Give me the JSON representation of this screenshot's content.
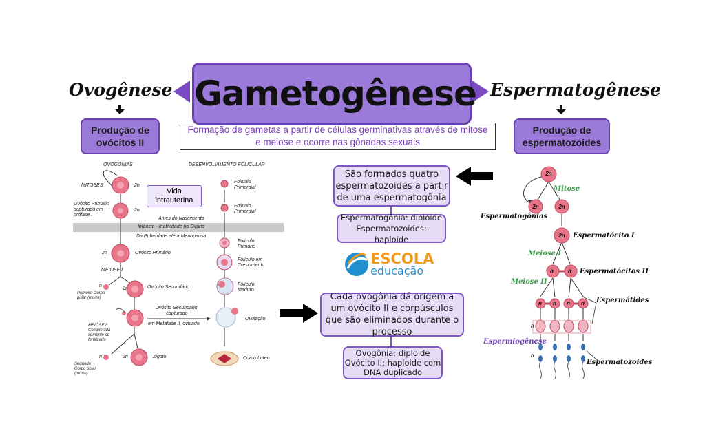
{
  "title": "Gametogênese",
  "left_heading": "Ovogênese",
  "right_heading": "Espermatogênese",
  "definition": "Formação de gametas a partir de células germinativas através de mitose e meiose e ocorre nas gônadas sexuais",
  "ovo_box": "Produção de ovócitos II",
  "sperm_box": "Produção de espermatozoides",
  "sperm_summary": "São formados quatro espermatozoides a partir de uma espermatogônia",
  "sperm_ploidy_1": "Espermatogônia: diploide",
  "sperm_ploidy_2": "Espermatozoides: haploide",
  "ovo_summary": "Cada ovogônia dá origem a um ovócito II e corpúsculos que são eliminados durante o processo",
  "ovo_ploidy_1": "Ovogônia: diploide",
  "ovo_ploidy_2": "Ovócito II: haploide com DNA duplicado",
  "logo": {
    "word1": "ESCOLA",
    "word2": "educação"
  },
  "ovo_diagram": {
    "col1": "OVOGONIAS",
    "col2": "DESENVOLVIMENTO FOLICULAR",
    "vida": "Vida intrauterina",
    "mitoses": "MITOSES",
    "primario_capturado": "Ovócito Primário capturado em prófase I",
    "antes": "Antes do Nascimento",
    "infancia": "Infância - Inatividade no Ovário",
    "puberdade": "Da Puberdade até a Menopausa",
    "ovocito_primario": "Ovócito Primário",
    "meiose1": "MEIOSE I",
    "ovocito_secundario": "Ovócito Secundário",
    "primeiro_corpo": "Primeiro Corpo polar (morre)",
    "sec_capturado_1": "Ovócito Secundário, capturado",
    "sec_capturado_2": "em Metáfase II, ovulado",
    "meiose2": "MEIOSE II Completada somente se fertilizado",
    "zigoto": "Zigoto",
    "segundo_corpo": "Segundo Corpo polar (morre)",
    "n2": "2n",
    "n": "n",
    "fol1": "Folículo Primordial",
    "fol2": "Folículo Primordial",
    "fol3": "Folículo Primário",
    "fol4": "Folículo em Crescimento",
    "fol5": "Folículo Maduro",
    "ovulacao": "Ovulação",
    "corpo_luteo": "Corpo Lúteo"
  },
  "sperm_diagram": {
    "mitose": "Mitose",
    "espermatogonias": "Espermatogônias",
    "espermatocito1": "Espermatócito I",
    "meiose1": "Meiose I",
    "espermatocitos2": "Espermatócitos II",
    "meiose2": "Meiose II",
    "espermatides": "Espermátides",
    "espermiogenese": "Espermiogênese",
    "espermatozoides": "Espermatozoides",
    "n2": "2n",
    "n": "n"
  },
  "colors": {
    "primary_box": "#9b7ad9",
    "light_box": "#e6dcf6",
    "border": "#6b3fb5",
    "cell": "#e8758a",
    "green_label": "#3a9a4a",
    "purple_label": "#6a3fb0",
    "logo_orange": "#f29a1f",
    "logo_blue": "#1f8fcf"
  }
}
